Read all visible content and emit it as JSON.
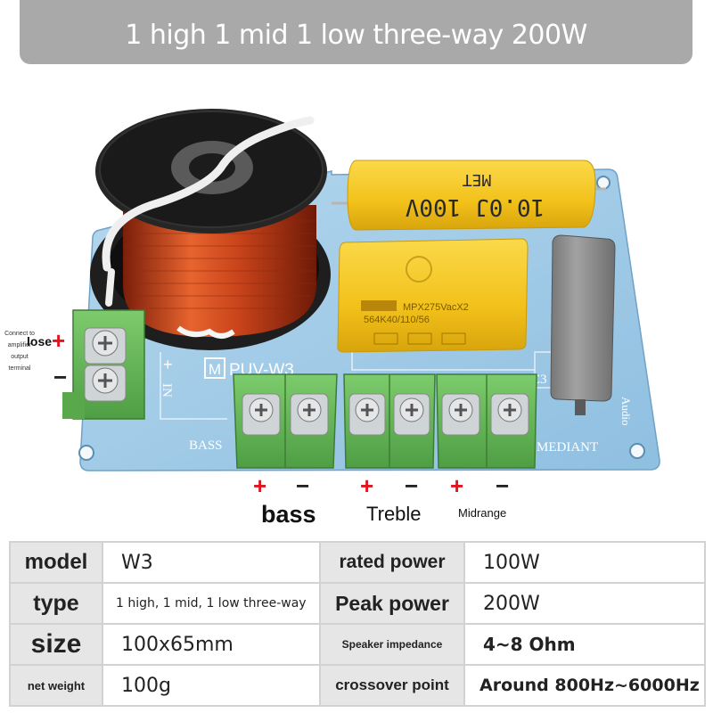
{
  "banner": {
    "title": "1 high 1 mid 1 low three-way 200W"
  },
  "board": {
    "model_mark": "PUV-W3",
    "inductor_label": "",
    "cap1_text": "10.0J 100V",
    "cap1_maker": "MET",
    "cap2_line1": "MPX275VacX2",
    "cap2_line2": "564K40/110/56",
    "silk_bass": "BASS",
    "silk_mediant": "MEDIANT",
    "silk_c3": "C3",
    "silk_audio": "Audio",
    "silk_in": "IN"
  },
  "annotations": {
    "input_note": "Connect to amplifier output terminal",
    "input_plus_label": "lose",
    "bass": "bass",
    "treble": "Treble",
    "midrange": "Midrange",
    "plus": "+",
    "minus": "−"
  },
  "specs": {
    "model_label": "model",
    "model_value": "W3",
    "rated_label": "rated power",
    "rated_value": "100W",
    "type_label": "type",
    "type_value": "1 high, 1 mid, 1 low three-way",
    "peak_label": "Peak power",
    "peak_value": "200W",
    "size_label": "size",
    "size_value": "100x65mm",
    "impedance_label": "Speaker impedance",
    "impedance_value": "4~8 Ohm",
    "weight_label": "net weight",
    "weight_value": "100g",
    "crossover_label": "crossover point",
    "crossover_value": "Around 800Hz~6000Hz"
  },
  "colors": {
    "pcb": "#9ec9e6",
    "terminal": "#6cbf5e",
    "capacitor": "#f4c51c",
    "coil": "#c8431a",
    "accent_red": "#e0151e"
  }
}
